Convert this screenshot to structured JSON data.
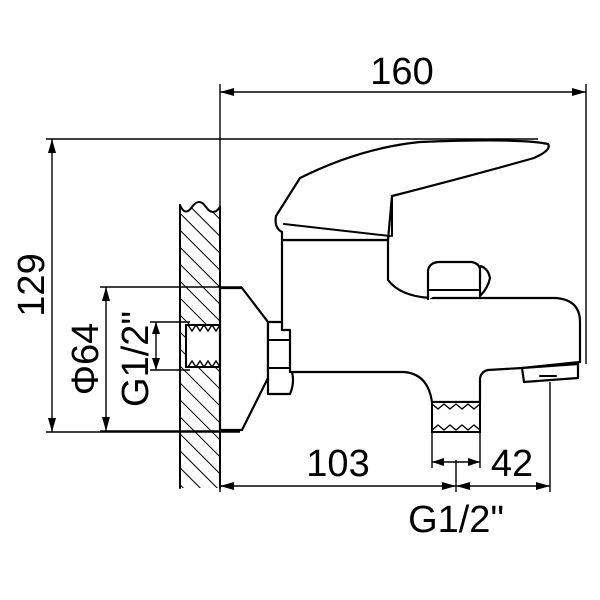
{
  "dimensions": {
    "total_width": "160",
    "total_height": "129",
    "diameter": "Φ64",
    "inlet_thread": "G1/2\"",
    "centre_offset": "103",
    "spout_offset": "42",
    "outlet_thread": "G1/2\""
  }
}
